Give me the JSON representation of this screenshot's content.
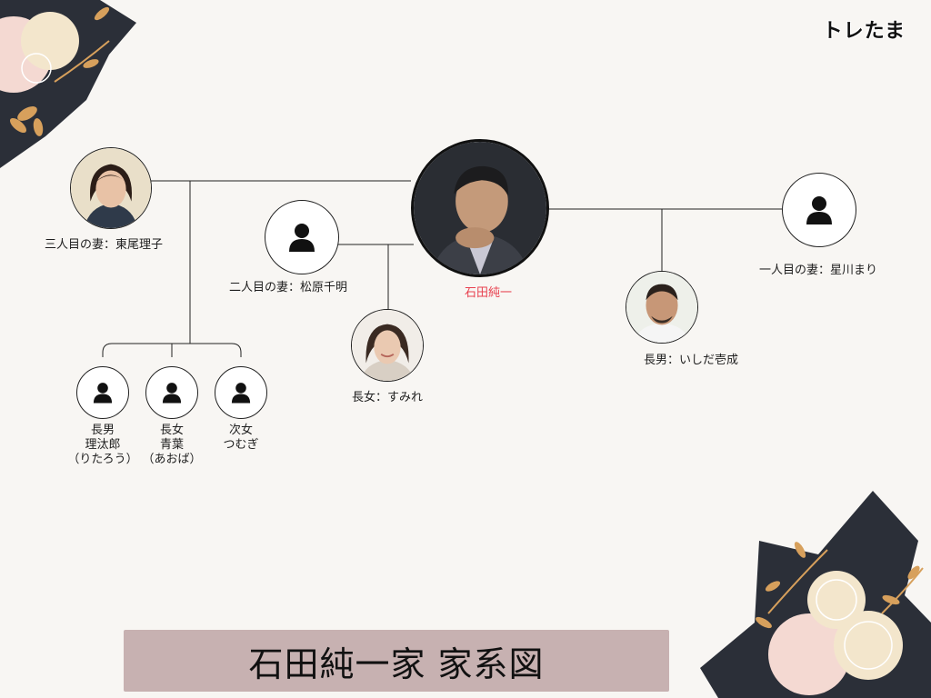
{
  "brand": "トレたま",
  "title": "石田純一家 家系図",
  "people": {
    "ishida": {
      "name": "石田純一",
      "icon": "photo-man-icon"
    },
    "wife3": {
      "name": "三人目の妻：東尾理子",
      "icon": "photo-woman-icon"
    },
    "wife2": {
      "name": "二人目の妻：松原千明",
      "icon": "person-icon"
    },
    "wife1": {
      "name": "一人目の妻：星川まり",
      "icon": "person-icon"
    },
    "daughter_sumire": {
      "name": "長女：すみれ",
      "icon": "photo-woman-icon"
    },
    "son_iseki": {
      "name": "長男：いしだ壱成",
      "icon": "photo-man-icon"
    },
    "son_ritaro": {
      "lines": [
        "長男",
        "理汰郎",
        "（りたろう）"
      ],
      "icon": "person-icon"
    },
    "daughter_aoba": {
      "lines": [
        "長女",
        "青葉",
        "（あおば）"
      ],
      "icon": "person-icon"
    },
    "daughter_tsumugi": {
      "lines": [
        "次女",
        "つむぎ"
      ],
      "icon": "person-icon"
    }
  },
  "colors": {
    "main_name": "#e8414f",
    "title_bg": "#c7b1b1",
    "background": "#f8f6f3"
  }
}
